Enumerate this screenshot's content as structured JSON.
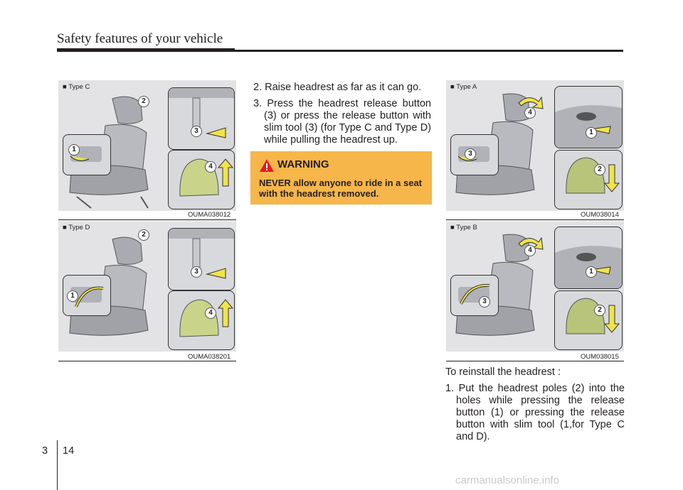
{
  "header": {
    "title": "Safety features of your vehicle"
  },
  "figures": [
    {
      "label": "■ Type C",
      "code": "OUMA038012",
      "badges": [
        "2",
        "3",
        "1",
        "4"
      ]
    },
    {
      "label": "■ Type D",
      "code": "OUMA038201",
      "badges": [
        "2",
        "3",
        "1",
        "4"
      ]
    },
    {
      "label": "■ Type A",
      "code": "OUM038014",
      "badges": [
        "4",
        "1",
        "3",
        "2"
      ]
    },
    {
      "label": "■ Type B",
      "code": "OUM038015",
      "badges": [
        "4",
        "1",
        "3",
        "2"
      ]
    }
  ],
  "instructions": {
    "step2": "2. Raise headrest as far as it can go.",
    "step3": "3. Press the headrest release button (3) or press the release button with slim tool (3) (for Type C and Type D) while pulling the headrest up."
  },
  "warning": {
    "title": "WARNING",
    "text": "NEVER allow anyone to ride in a seat with the headrest removed."
  },
  "reinstall": {
    "intro": "To reinstall the headrest :",
    "step1": "1. Put the headrest poles (2) into the holes while pressing the release button (1) or pressing the release button with slim tool (1,for Type C and D)."
  },
  "footer": {
    "chapter": "3",
    "page": "14"
  },
  "watermark": "carmanualsonline.info",
  "colors": {
    "warning_bg": "#f6b64a",
    "arrow": "#f0e44a",
    "headrest": "#c9d48a"
  }
}
